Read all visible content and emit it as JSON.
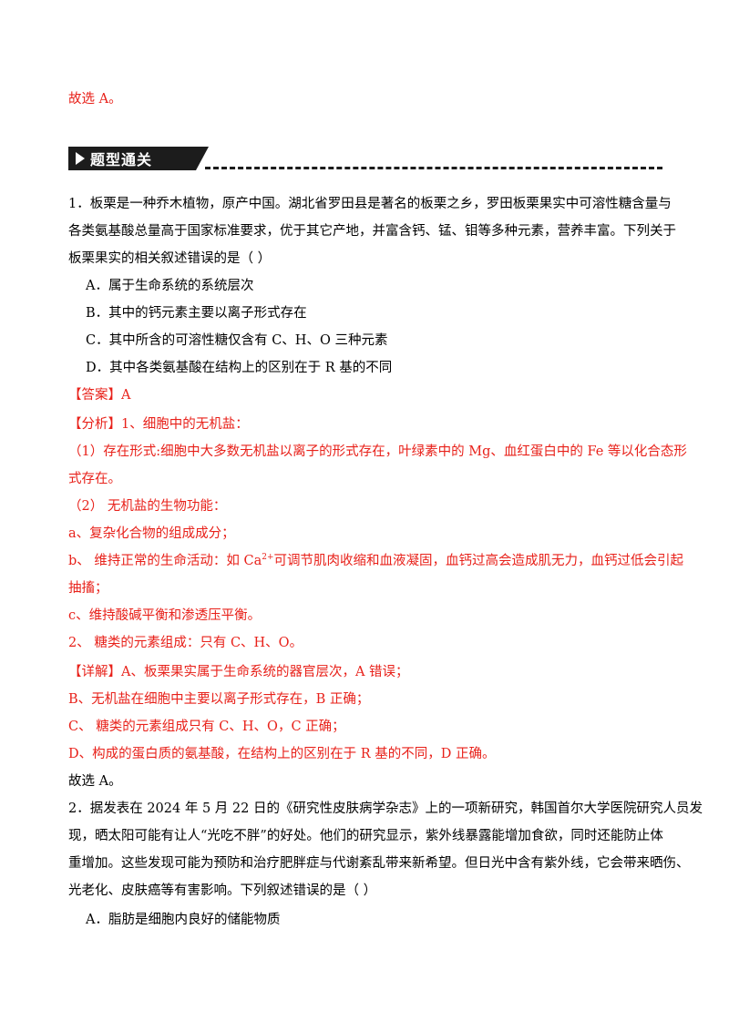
{
  "top": {
    "conclusion": "故选 A。"
  },
  "section": {
    "title": "题型通关"
  },
  "q1": {
    "stem": [
      "1．板栗是一种乔木植物，原产中国。湖北省罗田县是著名的板栗之乡，罗田板栗果实中可溶性糖含量与",
      "各类氨基酸总量高于国家标准要求，优于其它产地，并富含钙、锰、钼等多种元素，营养丰富。下列关于",
      "板栗果实的相关叙述错误的是（    ）"
    ],
    "options": [
      "A．属于生命系统的系统层次",
      "B．其中的钙元素主要以离子形式存在",
      "C．其中所含的可溶性糖仅含有 C、H、O 三种元素",
      "D．其中各类氨基酸在结构上的区别在于 R 基的不同"
    ],
    "answer": "【答案】A",
    "analysis": {
      "l1": "【分析】1、细胞中的无机盐：",
      "l2": "（1）存在形式:细胞中大多数无机盐以离子的形式存在，叶绿素中的 Mg、血红蛋白中的 Fe 等以化合态形",
      "l3": "式存在。",
      "l4": "（2）  无机盐的生物功能：",
      "l5": "a、复杂化合物的组成成分；",
      "l6_pre": "b、  维持正常的生命活动：如 Ca",
      "l6_sup": "2+",
      "l6_post": "可调节肌肉收缩和血液凝固，血钙过高会造成肌无力，血钙过低会引起",
      "l7": "抽搐；",
      "l8": "c、维持酸碱平衡和渗透压平衡。",
      "l9": "2、  糖类的元素组成：只有 C、H、O。"
    },
    "detail": [
      "【详解】A、板栗果实属于生命系统的器官层次，A 错误；",
      "B、无机盐在细胞中主要以离子形式存在，B 正确；",
      "C、  糖类的元素组成只有 C、H、O，C 正确；",
      "D、构成的蛋白质的氨基酸，在结构上的区别在于 R 基的不同，D 正确。"
    ],
    "conclusion": "故选 A。"
  },
  "q2": {
    "stem": [
      "2．据发表在 2024 年 5 月 22 日的《研究性皮肤病学杂志》上的一项新研究，韩国首尔大学医院研究人员发",
      "现，晒太阳可能有让人“光吃不胖”的好处。他们的研究显示，紫外线暴露能增加食欲，同时还能防止体",
      "重增加。这些发现可能为预防和治疗肥胖症与代谢紊乱带来新希望。但日光中含有紫外线，它会带来晒伤、",
      "光老化、皮肤癌等有害影响。下列叙述错误的是（      ）"
    ],
    "options": [
      "A．脂肪是细胞内良好的储能物质"
    ]
  },
  "colors": {
    "answer_red": "#e8211a",
    "header_dark": "#1c1c1c"
  }
}
